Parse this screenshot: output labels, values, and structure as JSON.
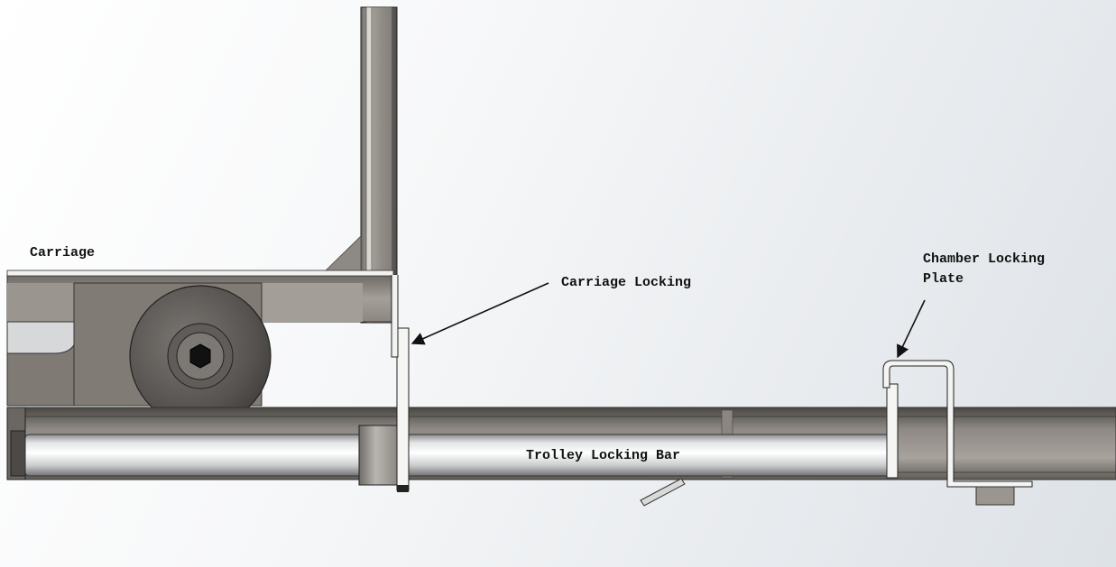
{
  "diagram": {
    "labels": {
      "carriage": "Carriage",
      "carriage_locking": "Carriage Locking",
      "chamber_locking_plate": [
        "Chamber Locking",
        "Plate"
      ],
      "trolley_locking_bar": "Trolley Locking Bar"
    },
    "colors": {
      "steel_dark": "#5d5a57",
      "steel_mid": "#8f8a84",
      "steel_light": "#c8c6c2",
      "plate": "#f4f4f2",
      "outline": "#222222",
      "label": "#111111"
    }
  }
}
